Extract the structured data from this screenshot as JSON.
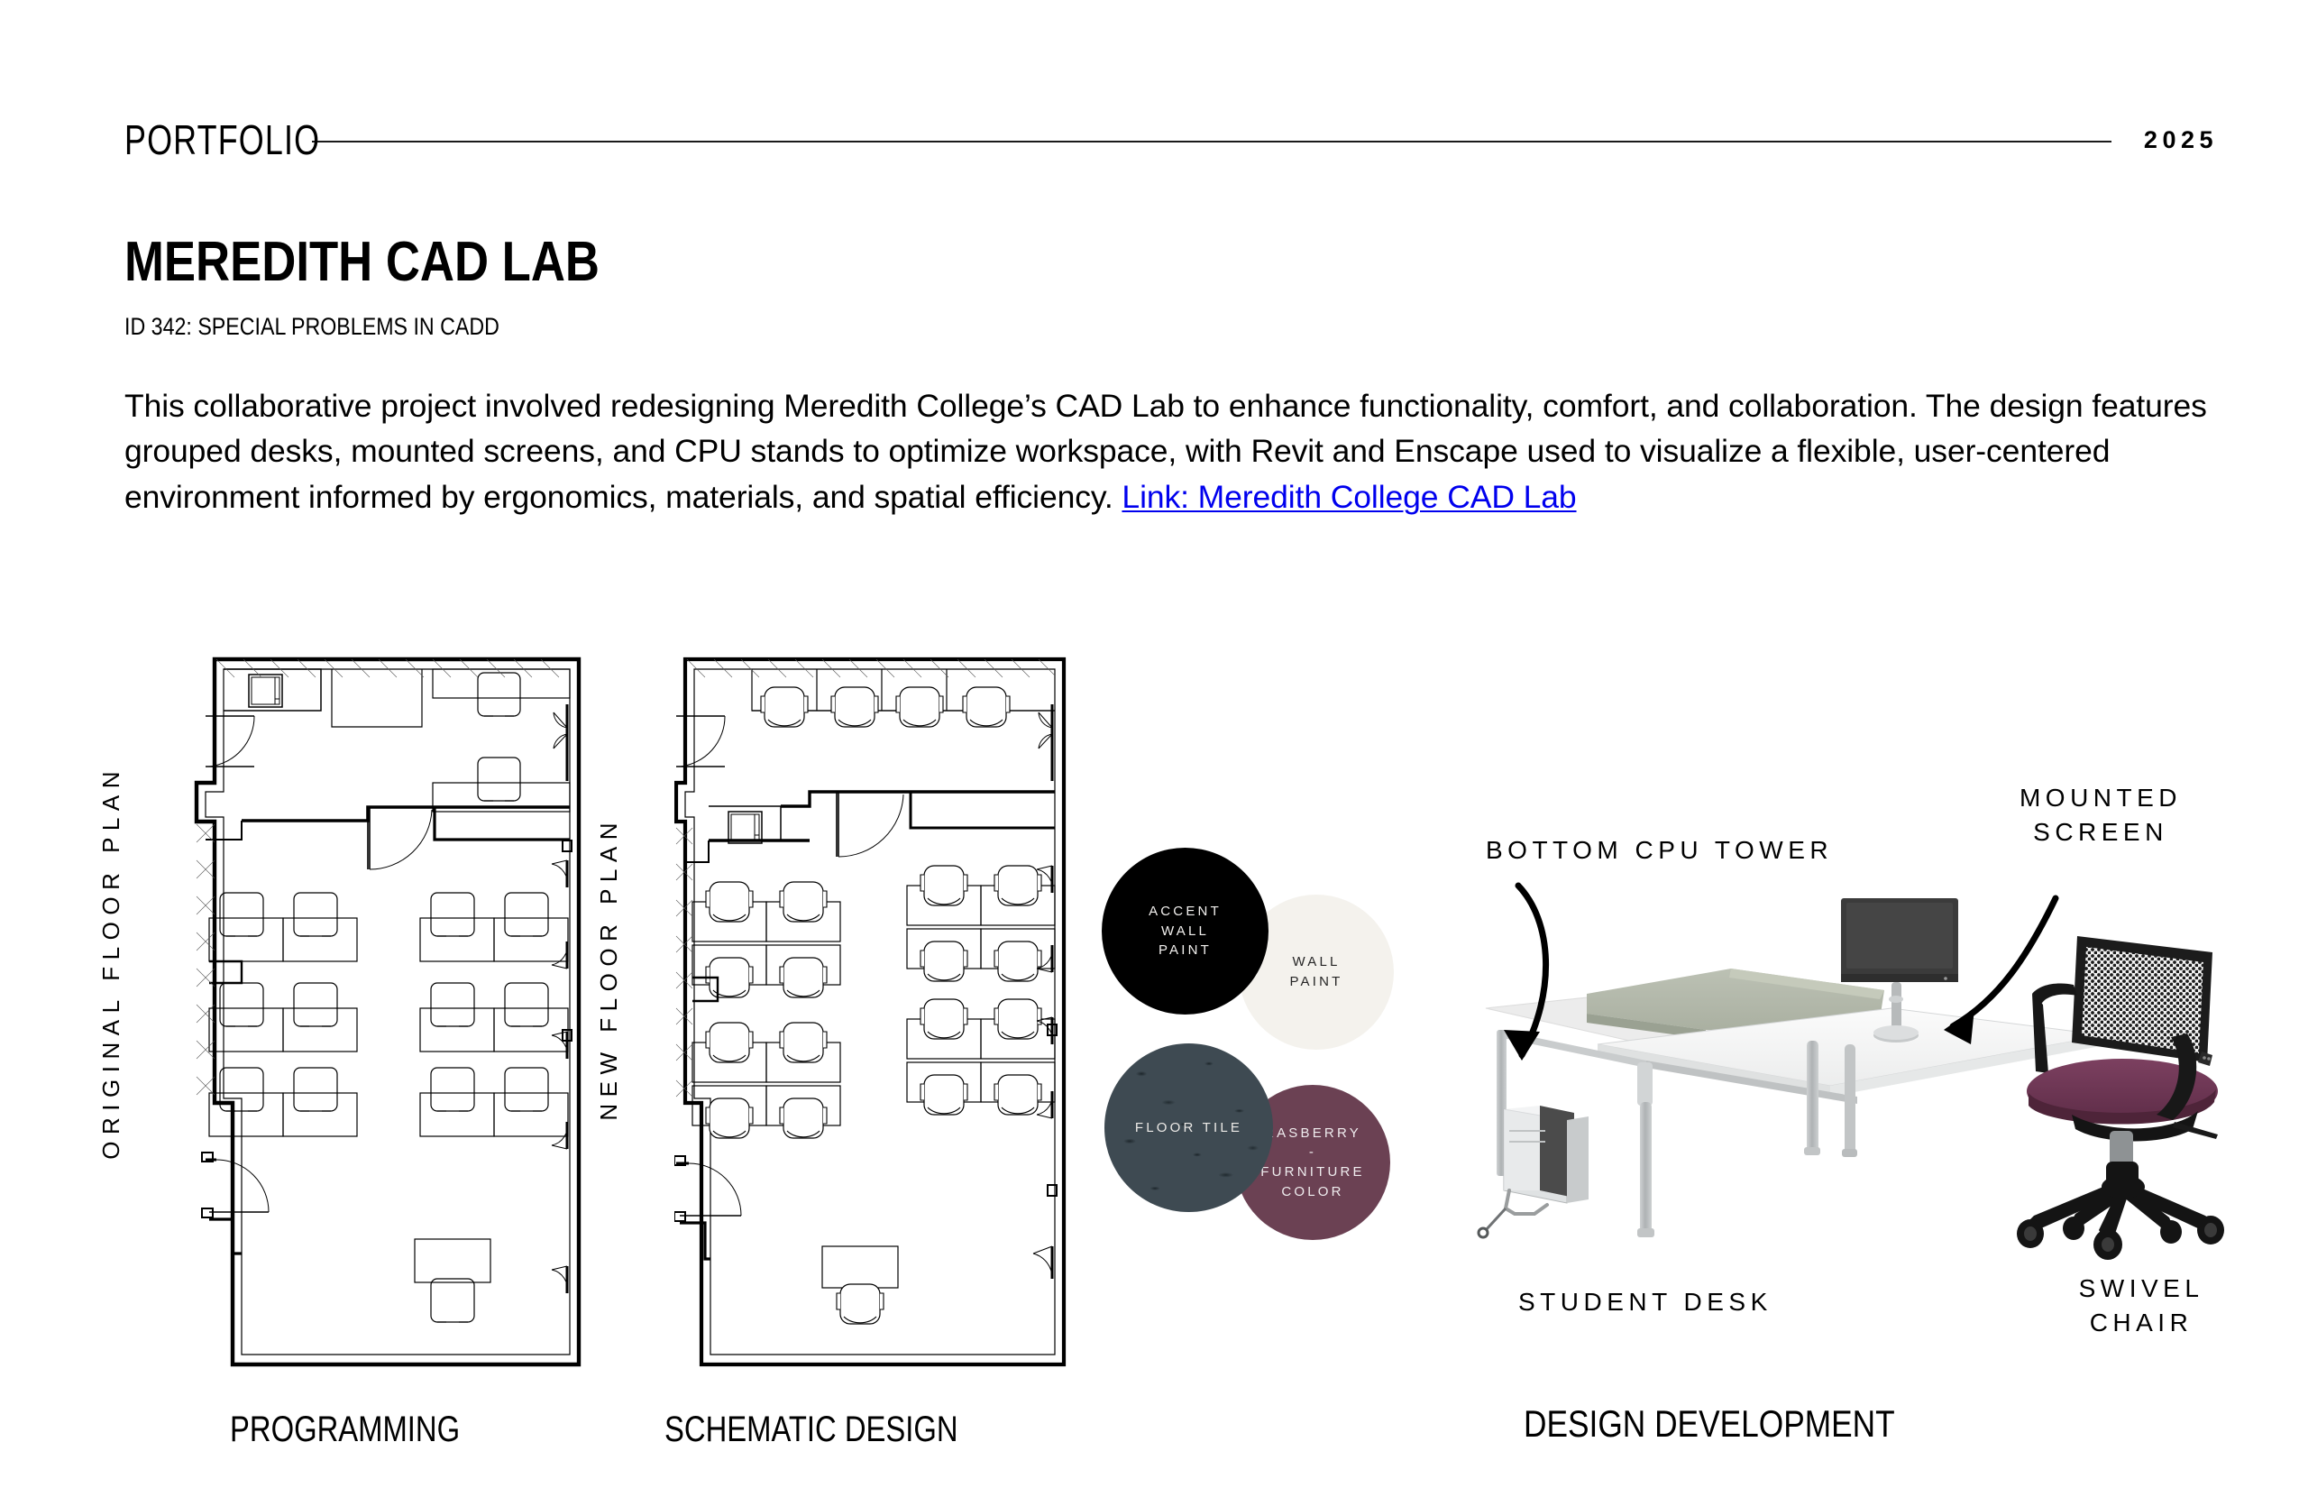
{
  "header": {
    "portfolio_label": "PORTFOLIO",
    "year": "2025"
  },
  "project": {
    "title": "MEREDITH CAD LAB",
    "subtitle": "ID 342: SPECIAL PROBLEMS IN CADD",
    "description_part1": "This collaborative project involved redesigning Meredith College’s CAD Lab to enhance functionality, comfort, and collaboration. The design features grouped desks, mounted screens, and CPU stands to optimize workspace, with Revit and Enscape used to visualize a flexible, user-centered environment informed by ergonomics, materials, and spatial efficiency. ",
    "link_text": "Link: Meredith College CAD Lab"
  },
  "plans": {
    "original": {
      "axis_label": "ORIGINAL FLOOR PLAN",
      "caption": "PROGRAMMING"
    },
    "new": {
      "axis_label": "NEW FLOOR PLAN",
      "caption": "SCHEMATIC DESIGN"
    }
  },
  "materials": {
    "swatches": [
      {
        "name": "accent-wall-paint",
        "label": "ACCENT\nWALL\nPAINT",
        "color": "#000000",
        "text_color": "#f2f0ee"
      },
      {
        "name": "wall-paint",
        "label": "WALL\nPAINT",
        "color": "#f4f2ed",
        "text_color": "#262626"
      },
      {
        "name": "floor-tile",
        "label": "FLOOR TILE",
        "color": "#3e4a52",
        "text_color": "#eceae7"
      },
      {
        "name": "rasberry-furniture",
        "label": "RASBERRY\n-\nFURNITURE\nCOLOR",
        "color": "#6b4153",
        "text_color": "#efecee"
      }
    ]
  },
  "design_development": {
    "caption": "DESIGN DEVELOPMENT",
    "annotations": {
      "cpu_tower": "BOTTOM CPU TOWER",
      "mounted_screen": "MOUNTED\nSCREEN",
      "student_desk": "STUDENT DESK",
      "swivel_chair": "SWIVEL\nCHAIR"
    },
    "render_colors": {
      "desk_top": "#f3f3f3",
      "desk_leg": "#b9bcbd",
      "privacy_screen": "#b3b8ab",
      "monitor": "#3b3b3b",
      "chair_frame": "#191919",
      "chair_seat": "#6b3550"
    }
  }
}
